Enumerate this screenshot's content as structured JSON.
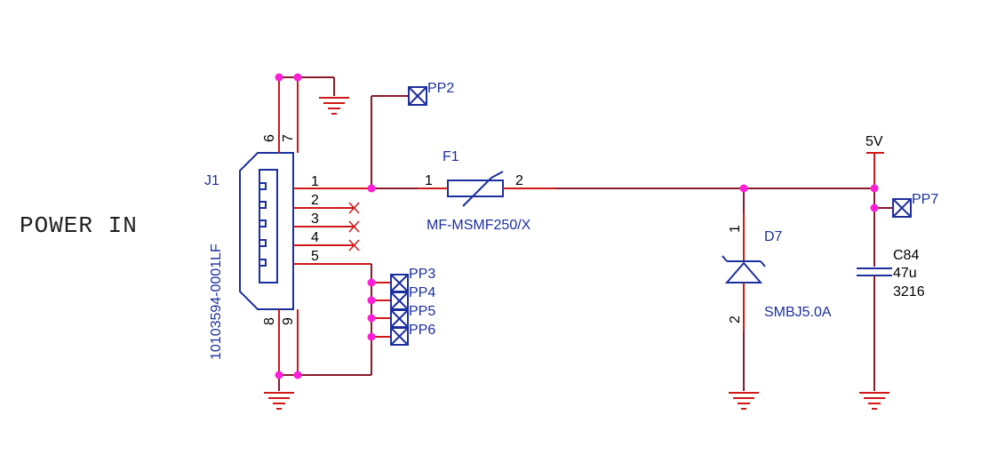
{
  "title": "POWER IN",
  "connector": {
    "ref": "J1",
    "part": "10103594-0001LF",
    "pins": [
      "1",
      "2",
      "3",
      "4",
      "5",
      "6",
      "7",
      "8",
      "9"
    ]
  },
  "fuse": {
    "ref": "F1",
    "part": "MF-MSMF250/X",
    "pin1": "1",
    "pin2": "2"
  },
  "diode": {
    "ref": "D7",
    "part": "SMBJ5.0A",
    "pin1": "1",
    "pin2": "2"
  },
  "capacitor": {
    "ref": "C84",
    "value": "47u",
    "package": "3216"
  },
  "net": {
    "supply": "5V"
  },
  "test_points": [
    "PP2",
    "PP3",
    "PP4",
    "PP5",
    "PP6",
    "PP7"
  ],
  "colors": {
    "wire": "#8b1a2b",
    "pin_stub": "#d01818",
    "symbol": "#1c2f9e",
    "junction": "#ff1ed8"
  }
}
